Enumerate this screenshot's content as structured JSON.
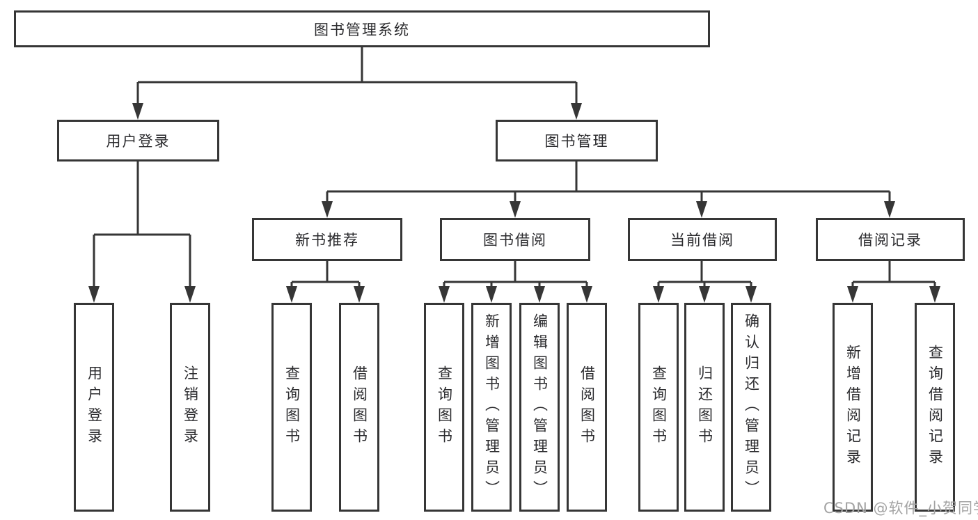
{
  "diagram": {
    "type": "hierarchy-tree",
    "orientation": "top-down",
    "tree": {
      "label": "图书管理系统",
      "children": [
        {
          "label": "用户登录",
          "children": [
            {
              "label": "用户登录"
            },
            {
              "label": "注销登录"
            }
          ]
        },
        {
          "label": "图书管理",
          "children": [
            {
              "label": "新书推荐",
              "children": [
                {
                  "label": "查询图书"
                },
                {
                  "label": "借阅图书"
                }
              ]
            },
            {
              "label": "图书借阅",
              "children": [
                {
                  "label": "查询图书"
                },
                {
                  "label": "新增图书（管理员）"
                },
                {
                  "label": "编辑图书（管理员）"
                },
                {
                  "label": "借阅图书"
                }
              ]
            },
            {
              "label": "当前借阅",
              "children": [
                {
                  "label": "查询图书"
                },
                {
                  "label": "归还图书"
                },
                {
                  "label": "确认归还（管理员）"
                }
              ]
            },
            {
              "label": "借阅记录",
              "children": [
                {
                  "label": "新增借阅记录"
                },
                {
                  "label": "查询借阅记录"
                }
              ]
            }
          ]
        }
      ]
    },
    "colors": {
      "line": "#363636",
      "box_border": "#363636",
      "box_fill": "#ffffff",
      "text": "#2b2b2e",
      "background": "#ffffff"
    }
  },
  "watermark": {
    "text": "CSDN @软件_小贺同学",
    "color": "#a3a3a3"
  }
}
